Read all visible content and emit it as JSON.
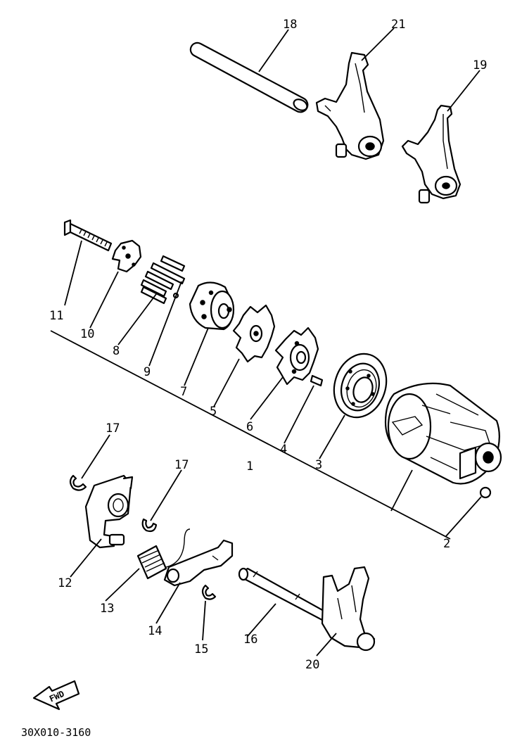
{
  "diagram": {
    "callouts": [
      {
        "id": "c18",
        "text": "18"
      },
      {
        "id": "c21",
        "text": "21"
      },
      {
        "id": "c19",
        "text": "19"
      },
      {
        "id": "c11",
        "text": "11"
      },
      {
        "id": "c10",
        "text": "10"
      },
      {
        "id": "c8",
        "text": "8"
      },
      {
        "id": "c9",
        "text": "9"
      },
      {
        "id": "c7",
        "text": "7"
      },
      {
        "id": "c5",
        "text": "5"
      },
      {
        "id": "c6",
        "text": "6"
      },
      {
        "id": "c1",
        "text": "1"
      },
      {
        "id": "c4",
        "text": "4"
      },
      {
        "id": "c3",
        "text": "3"
      },
      {
        "id": "c2",
        "text": "2"
      },
      {
        "id": "c17a",
        "text": "17"
      },
      {
        "id": "c17b",
        "text": "17"
      },
      {
        "id": "c12",
        "text": "12"
      },
      {
        "id": "c13",
        "text": "13"
      },
      {
        "id": "c14",
        "text": "14"
      },
      {
        "id": "c15",
        "text": "15"
      },
      {
        "id": "c16",
        "text": "16"
      },
      {
        "id": "c20",
        "text": "20"
      }
    ],
    "fwd_label": "FWD",
    "part_code": "30X010-3160"
  }
}
